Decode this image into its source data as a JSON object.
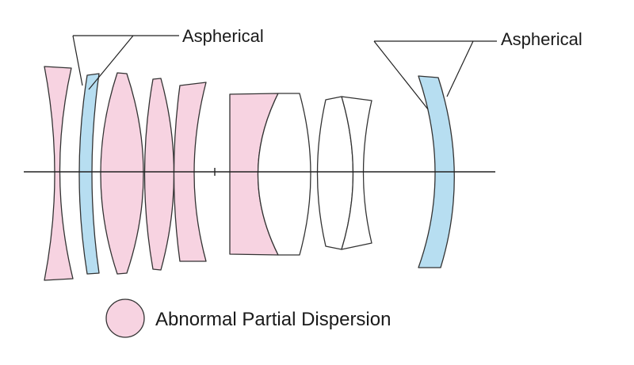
{
  "callouts": {
    "left_label": "Aspherical",
    "right_label": "Aspherical"
  },
  "legend": {
    "label": "Abnormal Partial Dispersion"
  },
  "colors": {
    "pink_fill": "#f7d3e1",
    "blue_fill": "#b7def1",
    "clear_fill": "#ffffff",
    "line": "#333333"
  }
}
